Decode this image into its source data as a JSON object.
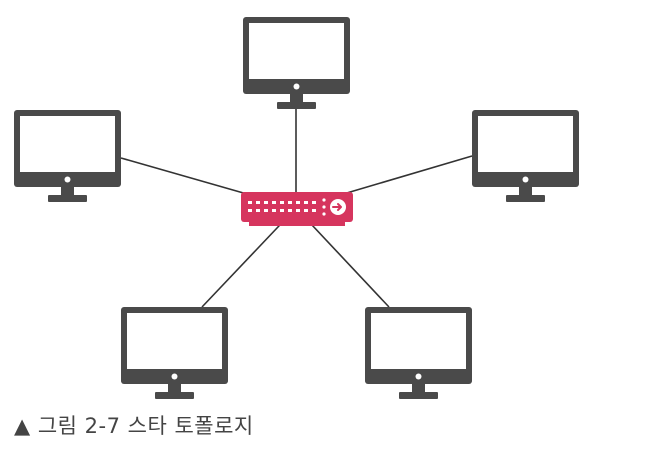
{
  "caption": {
    "marker": "▲",
    "text": "그림 2-7 스타 토폴로지"
  },
  "diagram": {
    "topology": "star",
    "hub": {
      "label": "",
      "icon": "network-switch-icon"
    },
    "nodes": [
      {
        "id": "top",
        "icon": "monitor-icon"
      },
      {
        "id": "left",
        "icon": "monitor-icon"
      },
      {
        "id": "right",
        "icon": "monitor-icon"
      },
      {
        "id": "bottom-left",
        "icon": "monitor-icon"
      },
      {
        "id": "bottom-right",
        "icon": "monitor-icon"
      }
    ],
    "links": [
      {
        "from": "hub",
        "to": "top"
      },
      {
        "from": "hub",
        "to": "left"
      },
      {
        "from": "hub",
        "to": "right"
      },
      {
        "from": "hub",
        "to": "bottom-left"
      },
      {
        "from": "hub",
        "to": "bottom-right"
      }
    ],
    "colors": {
      "monitor": "#4a4a4a",
      "screen": "#ffffff",
      "switch": "#d6355e",
      "switch_detail": "#ffffff",
      "link": "#333333"
    }
  }
}
